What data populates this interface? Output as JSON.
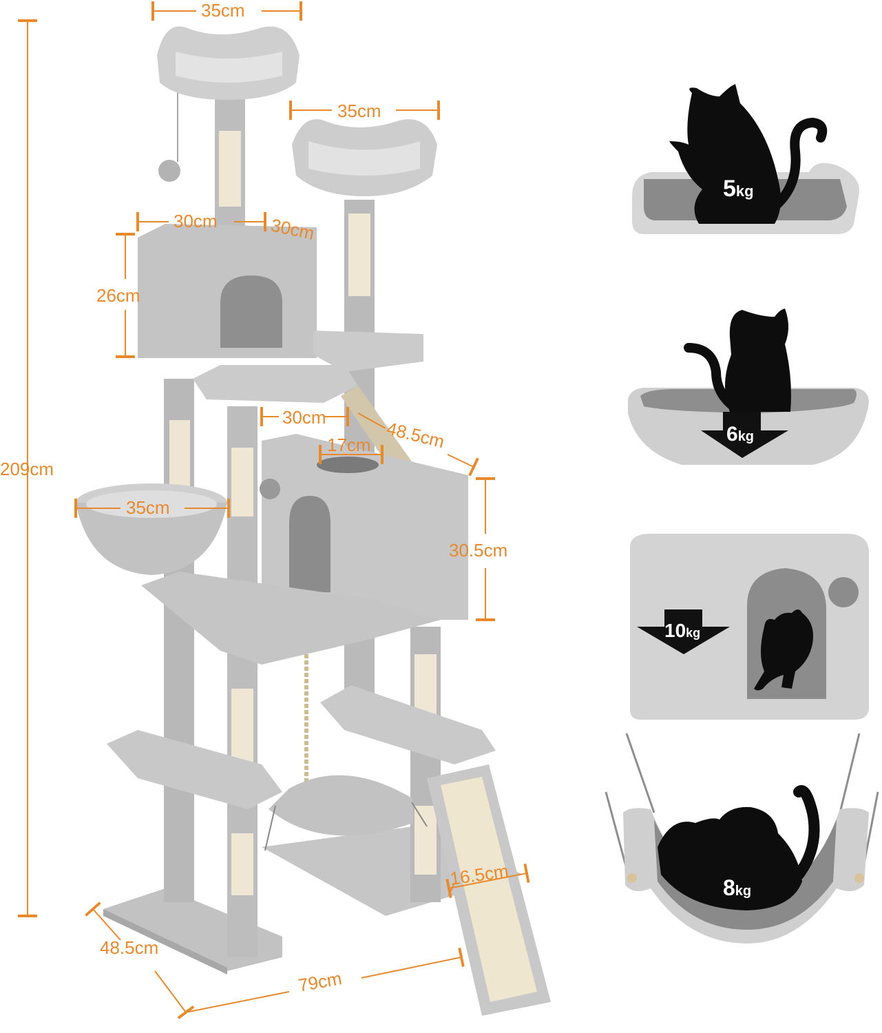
{
  "dimensions": {
    "total_height": "209cm",
    "top_perch_width": "35cm",
    "second_perch_width": "35cm",
    "upper_box_width": "30cm",
    "upper_box_depth": "30cm",
    "upper_box_height": "26cm",
    "mid_platform_width": "30cm",
    "mid_platform_depth": "48.5cm",
    "hole_diameter": "17cm",
    "basket_width": "35cm",
    "lower_box_height": "30.5cm",
    "ramp_width": "16.5cm",
    "base_depth": "48.5cm",
    "base_width": "79cm"
  },
  "load_ratings": {
    "perch": {
      "value": "5",
      "unit": "kg"
    },
    "basket": {
      "value": "6",
      "unit": "kg"
    },
    "condo": {
      "value": "10",
      "unit": "kg"
    },
    "hammock": {
      "value": "8",
      "unit": "kg"
    }
  },
  "colors": {
    "dimension_orange": "#e8892c",
    "plush_grey": "#c9c9c9",
    "sisal": "#efe7d4",
    "silhouette": "#0d0d0d"
  }
}
